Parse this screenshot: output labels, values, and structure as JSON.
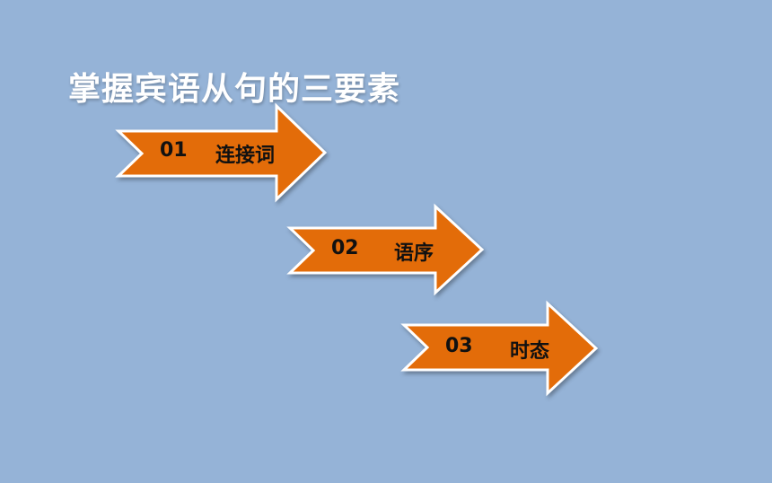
{
  "title": "掌握宾语从句的三要素",
  "colors": {
    "background": "#95b3d7",
    "arrow_fill": "#e36c09",
    "arrow_stroke": "#ffffff",
    "title_text": "#ffffff",
    "arrow_text": "#111111"
  },
  "steps": [
    {
      "number": "01",
      "label": "连接词"
    },
    {
      "number": "02",
      "label": "语序"
    },
    {
      "number": "03",
      "label": "时态"
    }
  ]
}
